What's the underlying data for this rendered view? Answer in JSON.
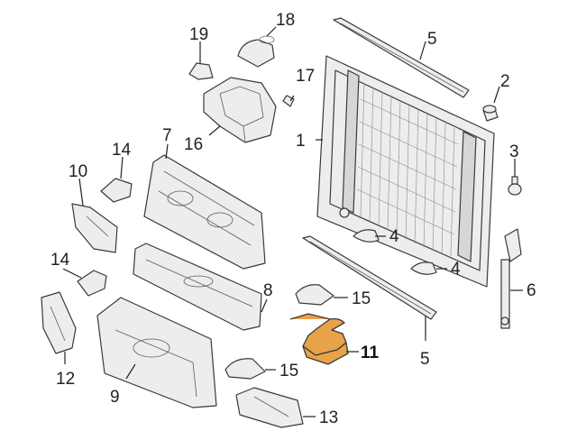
{
  "diagram": {
    "highlight_color": "#e8a24a",
    "line_color": "#3a3a3a",
    "part_fill": "#ededed",
    "highlighted_part": "11",
    "callouts": {
      "c1": "1",
      "c2": "2",
      "c3": "3",
      "c4a": "4",
      "c4b": "4",
      "c5a": "5",
      "c5b": "5",
      "c6": "6",
      "c7": "7",
      "c8": "8",
      "c9": "9",
      "c10": "10",
      "c11": "11",
      "c12": "12",
      "c13": "13",
      "c14a": "14",
      "c14b": "14",
      "c15a": "15",
      "c15b": "15",
      "c16": "16",
      "c17": "17",
      "c18": "18",
      "c19": "19"
    }
  }
}
